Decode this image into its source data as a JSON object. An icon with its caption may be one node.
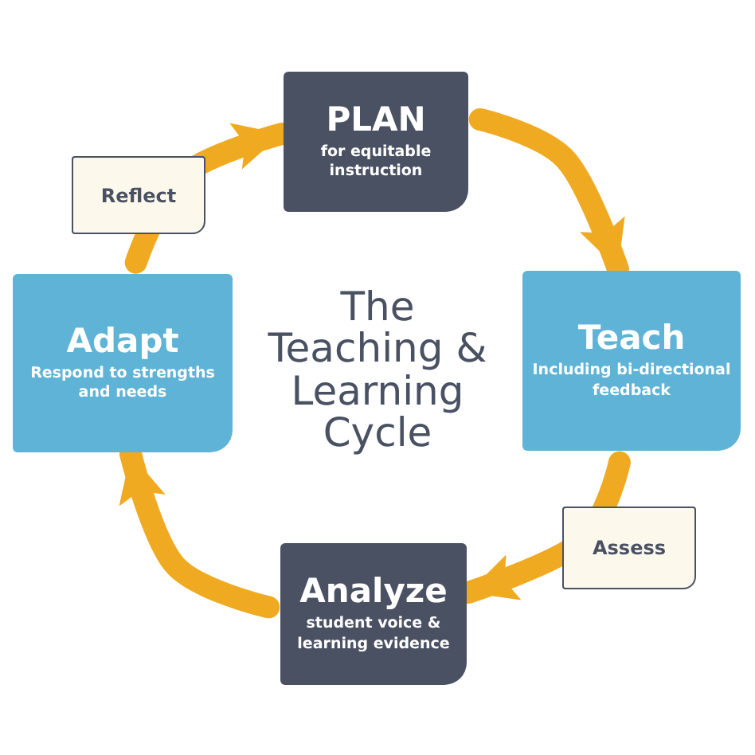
{
  "diagram": {
    "title": "The Teaching & Learning Cycle",
    "nodes": [
      {
        "text": [
          "PLAN",
          "for equitable instruction"
        ]
      },
      {
        "text": [
          "Teach",
          "Including bi-directional feedback"
        ]
      },
      {
        "text": [
          "Analyze",
          "student voice & learning evidence"
        ]
      },
      {
        "text": [
          "Adapt",
          "Respond to strengths and needs"
        ]
      }
    ],
    "edges": [
      {
        "from": 0,
        "to": 1,
        "arrow": "to"
      },
      {
        "from": 1,
        "to": 2,
        "arrow": "to",
        "label": "Assess"
      },
      {
        "from": 2,
        "to": 3,
        "arrow": "to"
      },
      {
        "from": 3,
        "to": 0,
        "arrow": "to",
        "label": "Reflect"
      }
    ]
  }
}
